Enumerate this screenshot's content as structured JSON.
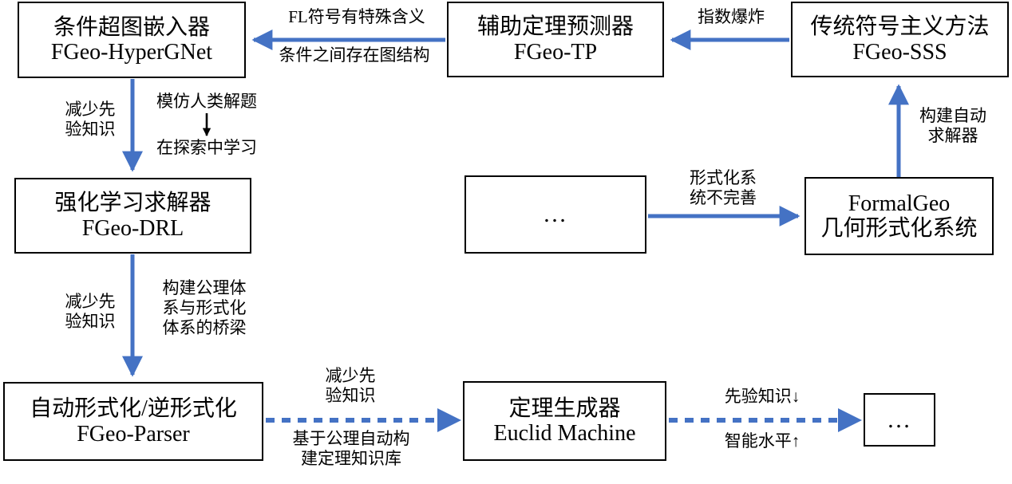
{
  "diagram": {
    "title_color": "#000000",
    "arrow_color": "#4472C4",
    "nodes": {
      "hypergnet": {
        "line1": "条件超图嵌入器",
        "line2": "FGeo-HyperGNet"
      },
      "tp": {
        "line1": "辅助定理预测器",
        "line2": "FGeo-TP"
      },
      "sss": {
        "line1": "传统符号主义方法",
        "line2": "FGeo-SSS"
      },
      "drl": {
        "line1": "强化学习求解器",
        "line2": "FGeo-DRL"
      },
      "ellipsis_mid": {
        "line1": "…"
      },
      "formalgeo": {
        "line1": "FormalGeo",
        "line2": "几何形式化系统"
      },
      "parser": {
        "line1": "自动形式化/逆形式化",
        "line2": "FGeo-Parser"
      },
      "euclid": {
        "line1": "定理生成器",
        "line2": "Euclid Machine"
      },
      "ellipsis_end": {
        "line1": "…"
      }
    },
    "edge_labels": {
      "tp_to_hypergnet_above": "FL符号有特殊含义",
      "tp_to_hypergnet_below": "条件之间存在图结构",
      "sss_to_tp": "指数爆炸",
      "formalgeo_to_sss_l1": "构建自动",
      "formalgeo_to_sss_l2": "求解器",
      "hypergnet_to_drl_left_l1": "减少先",
      "hypergnet_to_drl_left_l2": "验知识",
      "hypergnet_to_drl_right_l1": "模仿人类解题",
      "hypergnet_to_drl_right_arrow": "↓",
      "hypergnet_to_drl_right_l2": "在探索中学习",
      "ellipsis_to_formalgeo_l1": "形式化系",
      "ellipsis_to_formalgeo_l2": "统不完善",
      "drl_to_parser_left_l1": "减少先",
      "drl_to_parser_left_l2": "验知识",
      "drl_to_parser_right_l1": "构建公理体",
      "drl_to_parser_right_l2": "系与形式化",
      "drl_to_parser_right_l3": "体系的桥梁",
      "parser_to_euclid_above_l1": "减少先",
      "parser_to_euclid_above_l2": "验知识",
      "parser_to_euclid_below_l1": "基于公理自动构",
      "parser_to_euclid_below_l2": "建定理知识库",
      "euclid_to_end_above": "先验知识↓",
      "euclid_to_end_below": "智能水平↑"
    }
  }
}
